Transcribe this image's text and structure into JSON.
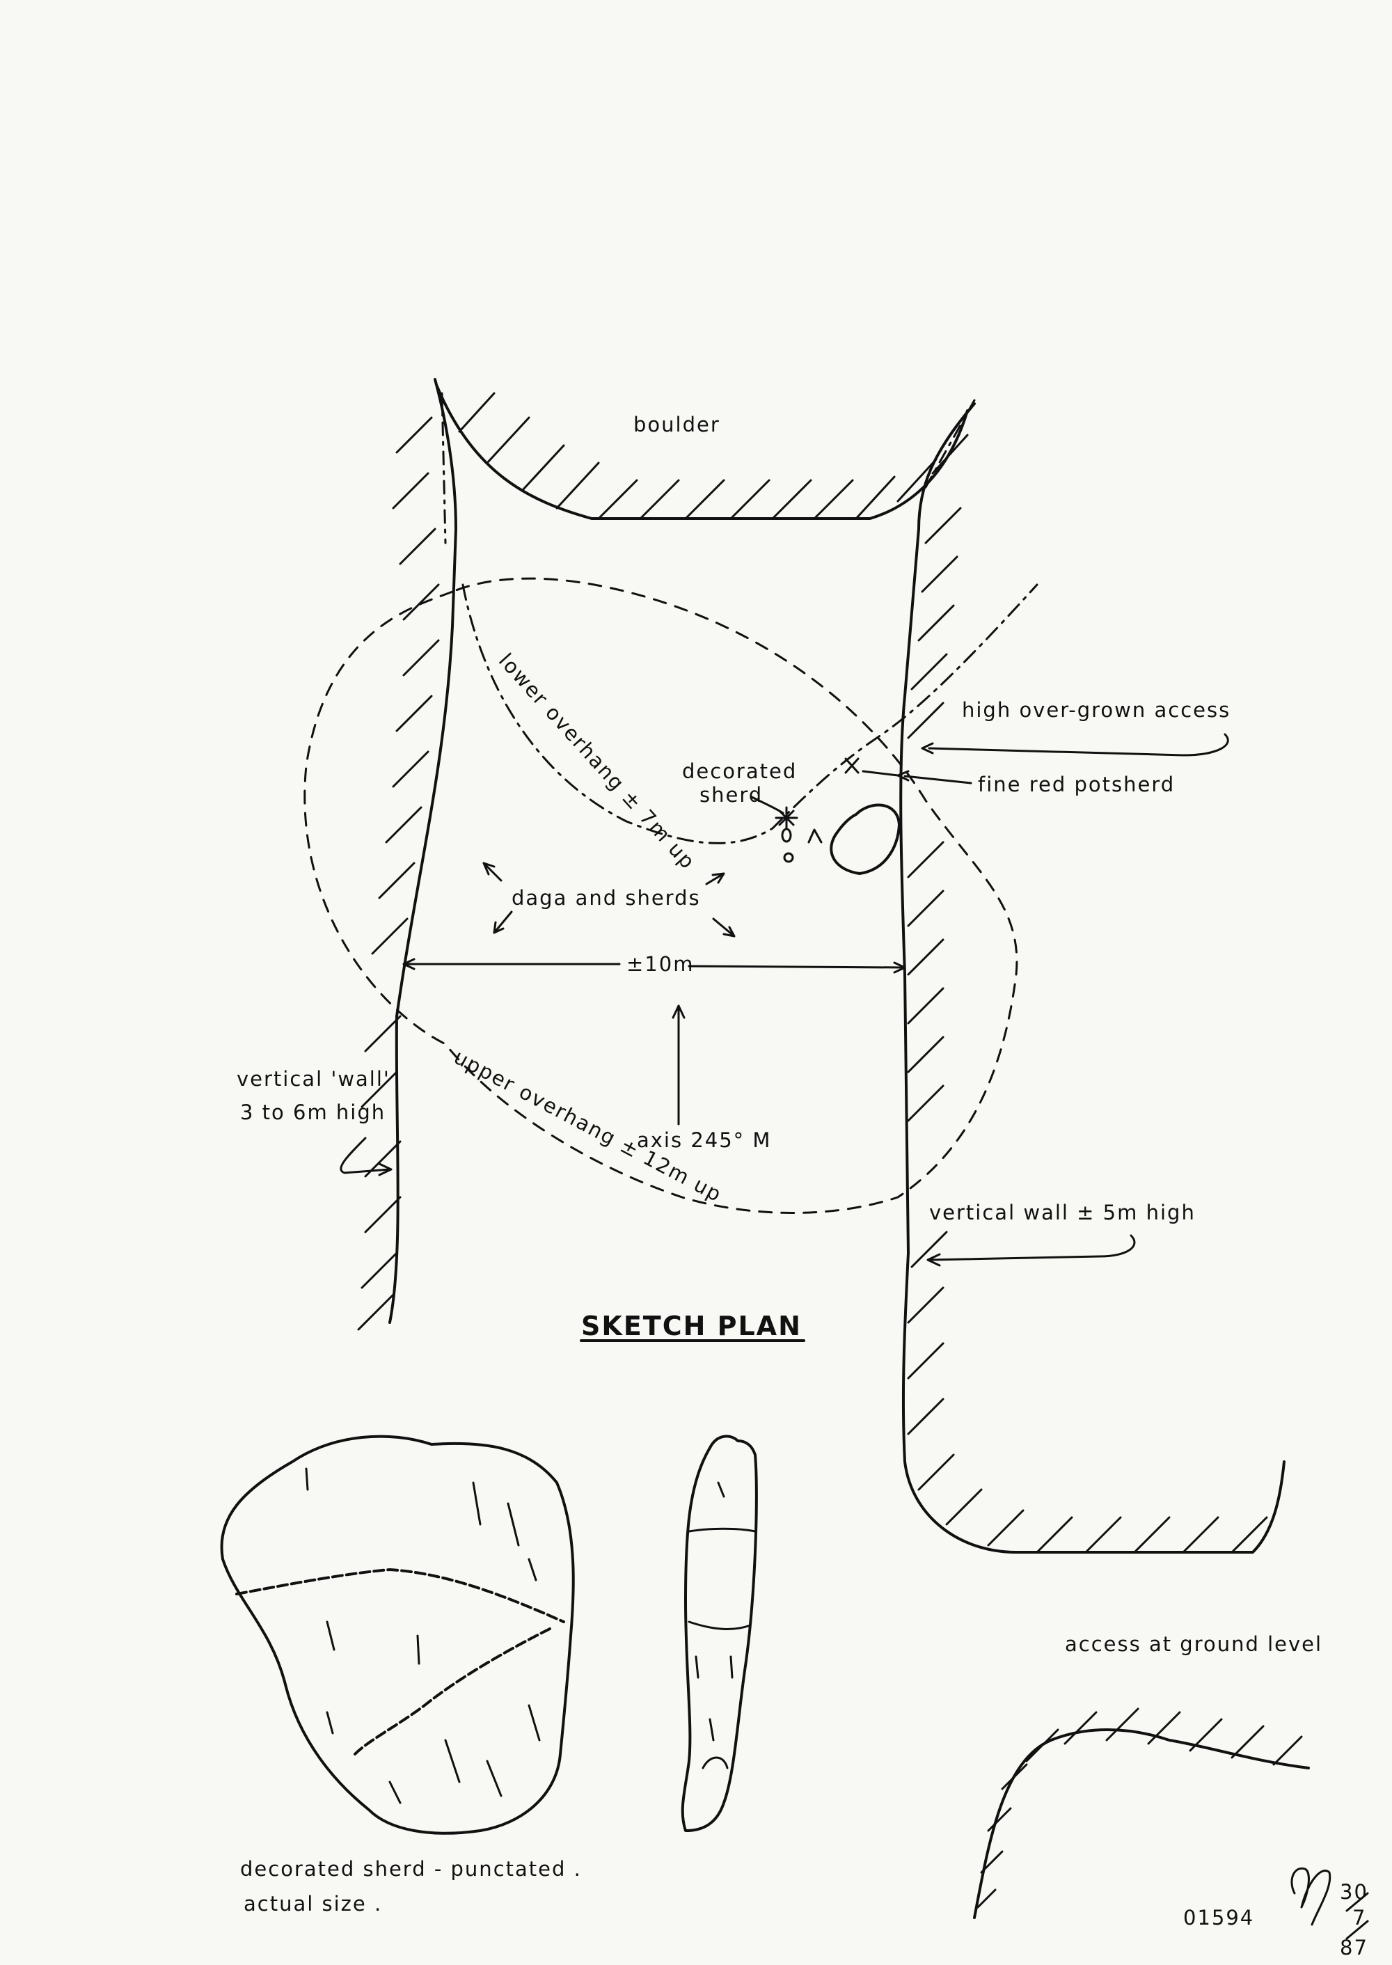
{
  "plan": {
    "boulder": "boulder",
    "high_access": "high over-grown access",
    "fine_red": "fine red potsherd",
    "decorated_sherd_1": "decorated",
    "decorated_sherd_2": "sherd",
    "lower_overhang": "lower overhang ± 7m up",
    "daga": "daga and sherds",
    "width": "±10m",
    "vertical_wall_left_1": "vertical 'wall'",
    "vertical_wall_left_2": "3 to 6m high",
    "upper_overhang": "upper overhang ± 12m up",
    "axis": "axis 245° M",
    "vertical_wall_right": "vertical wall ± 5m high",
    "title": "SKETCH PLAN",
    "access_ground": "access at ground level"
  },
  "caption": {
    "line1": "decorated  sherd - punctated .",
    "line2": "actual  size ."
  },
  "footer": {
    "number": "01594",
    "date_day": "30",
    "date_month": "7",
    "date_year": "87"
  }
}
